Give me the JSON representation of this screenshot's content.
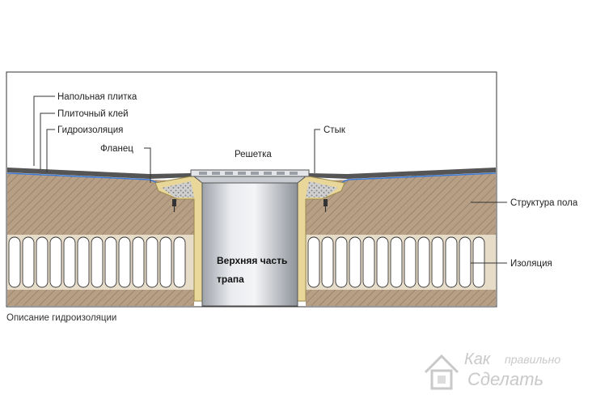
{
  "labels": {
    "floor_tile": "Напольная плитка",
    "tile_adhesive": "Плиточный клей",
    "waterproofing": "Гидроизоляция",
    "flange": "Фланец",
    "grate": "Решетка",
    "joint": "Стык",
    "floor_structure": "Структура пола",
    "insulation": "Изоляция",
    "drain_top_line1": "Верхняя часть",
    "drain_top_line2": "трапа"
  },
  "caption": "Описание гидроизоляции",
  "watermark": {
    "word1": "Как",
    "word2": "правильно",
    "word3": "Сделать"
  },
  "colors": {
    "screed": "#b79f86",
    "insulation_band": "#e7dcc8",
    "tile": "#555555",
    "waterproof": "#3d7bd6",
    "drain_body": "#d6d8dc",
    "flange": "#e9d79a",
    "frame": "#222222"
  }
}
